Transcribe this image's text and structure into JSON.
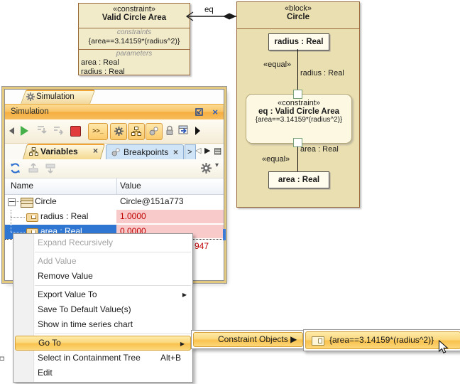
{
  "diagram": {
    "constraint_block": {
      "stereotype": "«constraint»",
      "name": "Valid Circle Area",
      "constraints_label": "constraints",
      "constraint_expr": "{area==3.14159*(radius^2)}",
      "parameters_label": "parameters",
      "parameters": [
        "area : Real",
        "radius : Real"
      ]
    },
    "connector": {
      "label": "eq"
    },
    "block": {
      "stereotype": "«block»",
      "name": "Circle",
      "radius_part": "radius : Real",
      "area_part": "area : Real",
      "equal_top": "«equal»",
      "equal_bottom": "«equal»",
      "radius_pin": "radius : Real",
      "area_pin": "area : Real",
      "inner_constraint": {
        "stereotype": "«constraint»",
        "name": "eq : Valid Circle Area",
        "expr": "{area==3.14159*(radius^2)}"
      }
    }
  },
  "sim_window": {
    "doc_tab": "Simulation",
    "title": "Simulation",
    "variables_tab": "Variables",
    "breakpoints_tab": "Breakpoints",
    "overflow_tab": ">",
    "table": {
      "columns": [
        "Name",
        "Value"
      ],
      "rows": [
        {
          "name": "Circle",
          "value": "Circle@151a773"
        },
        {
          "name": "radius : Real",
          "value": "1.0000"
        },
        {
          "name": "area : Real",
          "value": "0.0000"
        }
      ],
      "partial_row_value": "947"
    }
  },
  "context_menu": {
    "items": [
      {
        "label": "Expand Recursively",
        "enabled": false
      },
      {
        "label": "Add Value",
        "enabled": false
      },
      {
        "label": "Remove Value",
        "enabled": true
      },
      {
        "label": "Export Value To",
        "enabled": true,
        "submenu": true
      },
      {
        "label": "Save To Default Value(s)",
        "enabled": true
      },
      {
        "label": "Show in time series chart",
        "enabled": true
      },
      {
        "label": "Go To",
        "enabled": true,
        "submenu": true,
        "highlighted": true
      },
      {
        "label": "Select in Containment Tree",
        "enabled": true,
        "shortcut": "Alt+B"
      },
      {
        "label": "Edit",
        "enabled": true
      }
    ]
  },
  "go_to_submenu": {
    "item": "Constraint Objects"
  },
  "constraint_objects_submenu": {
    "item": "{area==3.14159*(radius^2)}"
  },
  "icons": {
    "console": ">>_",
    "close": "×",
    "tab_close": "×",
    "tab_prev": "◁",
    "tab_next": "▶",
    "tab_list": "▤",
    "dropdown_caret": "▾",
    "submenu_arrow": "▶"
  },
  "colors": {
    "selection_blue": "#2e76d2",
    "invalid_pink": "#f9caca",
    "invalid_red": "#c00000",
    "titlebar_orange": "#f5ae3e",
    "menu_highlight_border": "#d8a238",
    "block_fill": "#eadfb0",
    "block_border": "#99683a"
  }
}
